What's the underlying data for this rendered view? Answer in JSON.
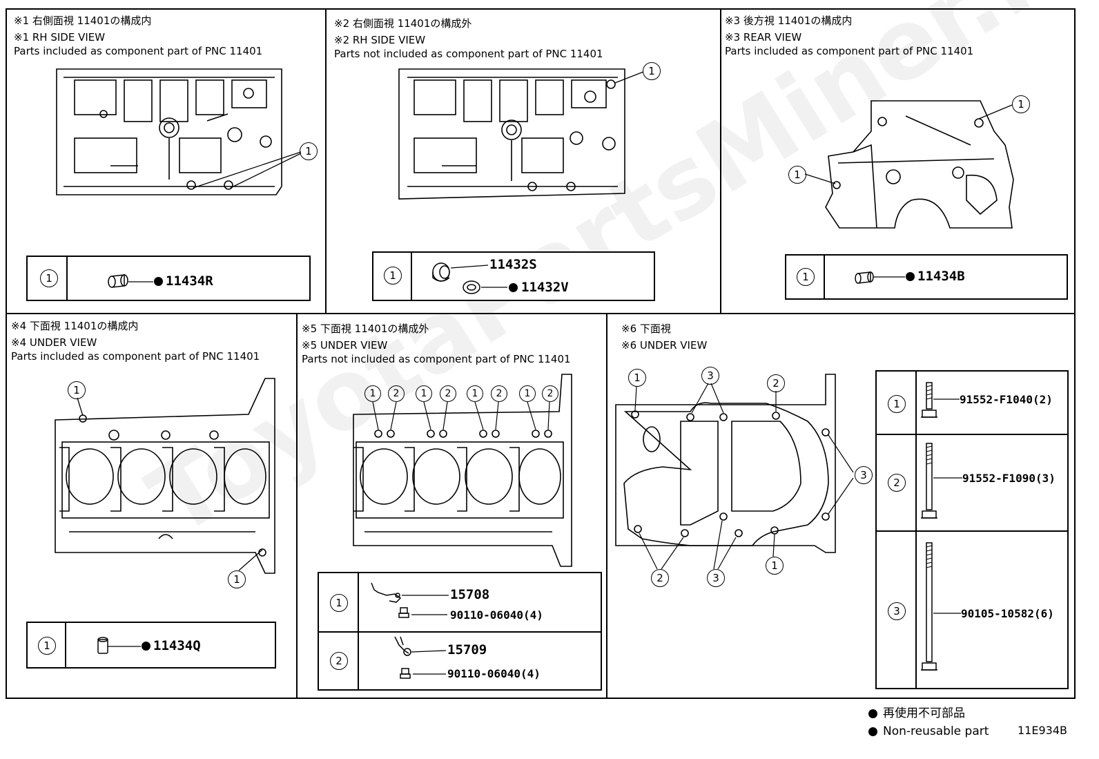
{
  "panels": [
    {
      "id": "p1",
      "jp": "※1 右側面視 11401の構成内",
      "en": "※1 RH SIDE VIEW",
      "note": "Parts included as component part of PNC 11401",
      "callouts": [
        "1"
      ],
      "parts": [
        {
          "ref": "1",
          "numbers": [
            {
              "text": "11434R",
              "nonreusable": true
            }
          ]
        }
      ]
    },
    {
      "id": "p2",
      "jp": "※2 右側面視 11401の構成外",
      "en": "※2 RH SIDE VIEW",
      "note": "Parts not included as component part of PNC 11401",
      "callouts": [
        "1"
      ],
      "parts": [
        {
          "ref": "1",
          "numbers": [
            {
              "text": "11432S",
              "nonreusable": false
            },
            {
              "text": "11432V",
              "nonreusable": true
            }
          ]
        }
      ]
    },
    {
      "id": "p3",
      "jp": "※3 後方視 11401の構成内",
      "en": "※3 REAR VIEW",
      "note": "Parts included as component part of PNC 11401",
      "callouts": [
        "1",
        "1"
      ],
      "parts": [
        {
          "ref": "1",
          "numbers": [
            {
              "text": "11434B",
              "nonreusable": true
            }
          ]
        }
      ]
    },
    {
      "id": "p4",
      "jp": "※4 下面視 11401の構成内",
      "en": "※4 UNDER VIEW",
      "note": "Parts included as component part of PNC 11401",
      "callouts": [
        "1",
        "1"
      ],
      "parts": [
        {
          "ref": "1",
          "numbers": [
            {
              "text": "11434Q",
              "nonreusable": true
            }
          ]
        }
      ]
    },
    {
      "id": "p5",
      "jp": "※5 下面視 11401の構成外",
      "en": "※5 UNDER VIEW",
      "note": "Parts not included as component part of PNC 11401",
      "callouts": [
        "1",
        "2",
        "1",
        "2",
        "1",
        "2",
        "1",
        "2"
      ],
      "parts": [
        {
          "ref": "1",
          "numbers": [
            {
              "text": "15708",
              "nonreusable": false
            },
            {
              "text": "90110-06040(4)",
              "nonreusable": false
            }
          ]
        },
        {
          "ref": "2",
          "numbers": [
            {
              "text": "15709",
              "nonreusable": false
            },
            {
              "text": "90110-06040(4)",
              "nonreusable": false
            }
          ]
        }
      ]
    },
    {
      "id": "p6",
      "jp": "※6 下面視",
      "en": "※6 UNDER VIEW",
      "note": "",
      "callouts": [
        "1",
        "3",
        "2",
        "3",
        "2",
        "3",
        "1"
      ],
      "parts": [
        {
          "ref": "1",
          "numbers": [
            {
              "text": "91552-F1040(2)",
              "nonreusable": false
            }
          ]
        },
        {
          "ref": "2",
          "numbers": [
            {
              "text": "91552-F1090(3)",
              "nonreusable": false
            }
          ]
        },
        {
          "ref": "3",
          "numbers": [
            {
              "text": "90105-10582(6)",
              "nonreusable": false
            }
          ]
        }
      ]
    }
  ],
  "legend": {
    "jp": "再使用不可部品",
    "en": "Non-reusable part"
  },
  "diagram_code": "11E934B",
  "watermark": "ToyotaPartsMiner.ru"
}
